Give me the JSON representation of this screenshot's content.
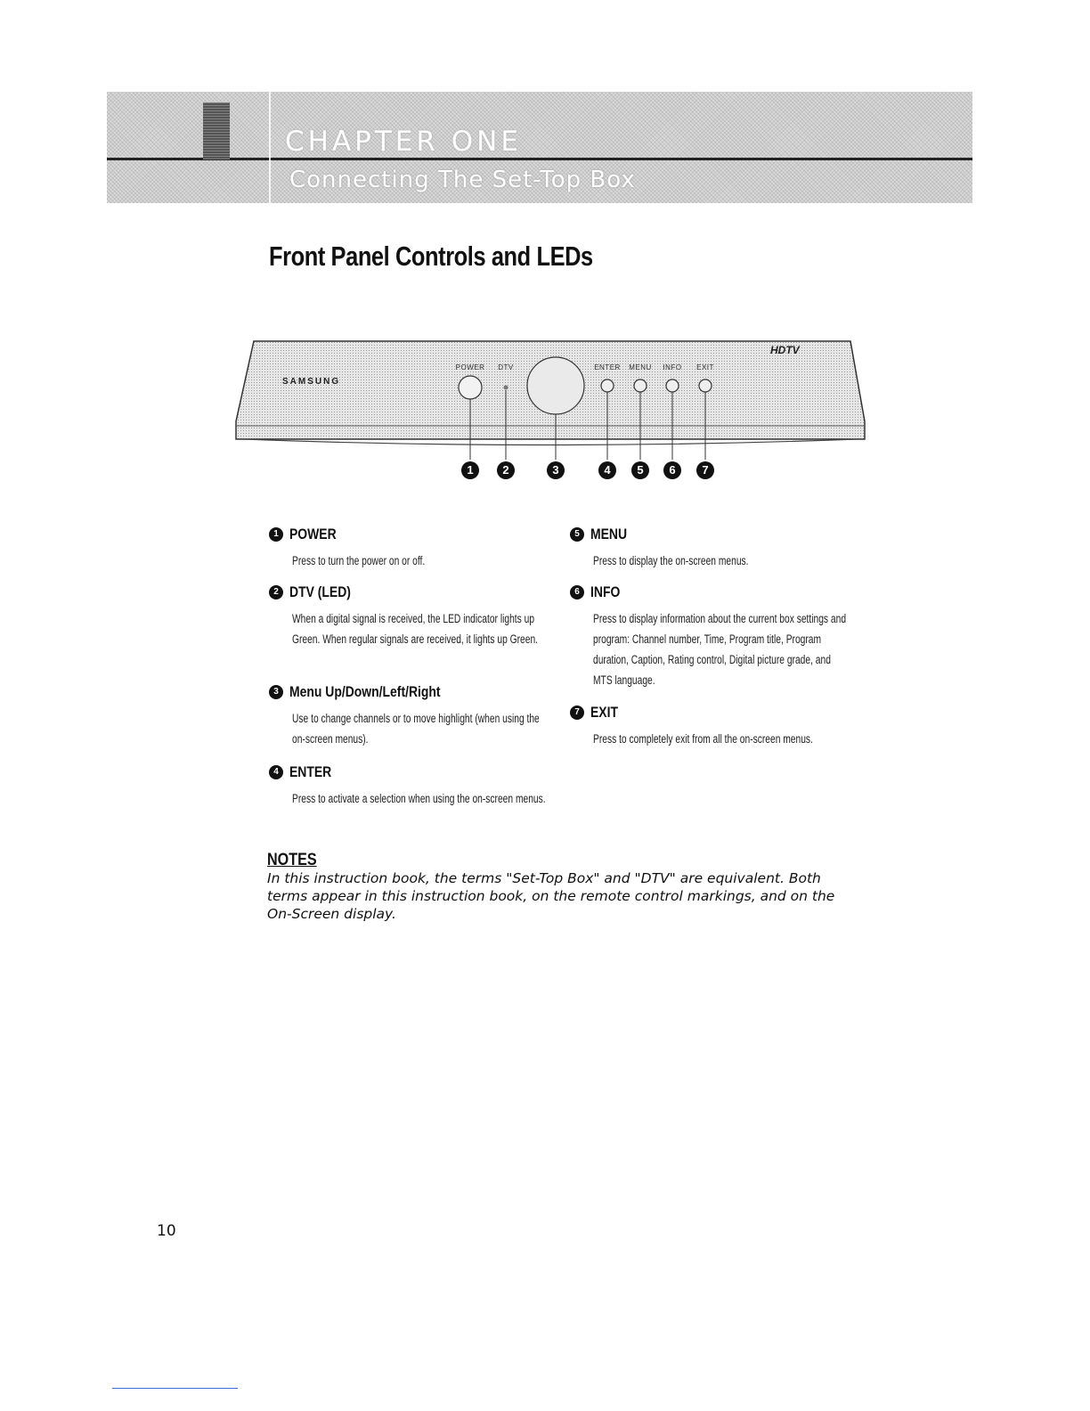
{
  "banner": {
    "chapter_number": "1",
    "chapter_label": "CHAPTER ONE",
    "chapter_title": "Connecting The Set-Top Box"
  },
  "section_title": "Front Panel Controls and LEDs",
  "device": {
    "brand": "SAMSUNG",
    "labels": {
      "power": "POWER",
      "dtv": "DTV",
      "enter": "ENTER",
      "menu": "MENU",
      "info": "INFO",
      "exit": "EXIT"
    },
    "logo": "HDTV",
    "callouts": [
      "1",
      "2",
      "3",
      "4",
      "5",
      "6",
      "7"
    ]
  },
  "items": [
    {
      "num": "1",
      "title": "POWER",
      "desc": "Press to turn the power on or off."
    },
    {
      "num": "2",
      "title": "DTV (LED)",
      "desc": "When a digital signal is received, the LED indicator lights up Green. When regular signals are received, it lights up Green."
    },
    {
      "num": "3",
      "title": "Menu Up/Down/Left/Right",
      "desc": "Use to change channels or to move highlight (when using the on-screen menus)."
    },
    {
      "num": "4",
      "title": "ENTER",
      "desc": "Press to activate a selection when using the on-screen menus."
    },
    {
      "num": "5",
      "title": "MENU",
      "desc": "Press to display the on-screen menus."
    },
    {
      "num": "6",
      "title": "INFO",
      "desc": "Press to display information about the current box settings and program: Channel number, Time, Program title, Program duration, Caption, Rating control, Digital picture grade, and MTS language."
    },
    {
      "num": "7",
      "title": "EXIT",
      "desc": "Press to completely exit from all the on-screen menus."
    }
  ],
  "notes": {
    "title": "NOTES",
    "text": "In this instruction book, the terms \"Set-Top Box\" and \"DTV\" are equivalent. Both terms appear in this instruction book, on the remote control markings, and on the On-Screen display."
  },
  "page_number": "10"
}
